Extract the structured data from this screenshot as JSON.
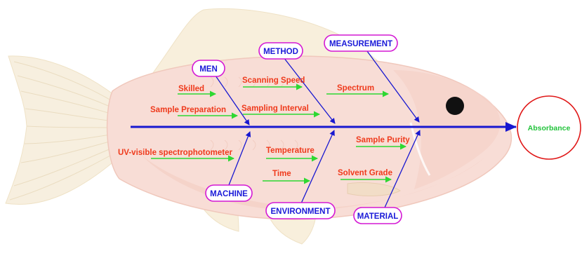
{
  "diagram": {
    "effect": "Absorbance",
    "categories": {
      "men": "MEN",
      "method": "METHOD",
      "measurement": "MEASUREMENT",
      "machine": "MACHINE",
      "environment": "ENVIRONMENT",
      "material": "MATERIAL"
    },
    "causes": {
      "skilled": "Skilled",
      "sample_preparation": "Sample Preparation",
      "scanning_speed": "Scanning Speed",
      "sampling_interval": "Sampling Interval",
      "spectrum": "Spectrum",
      "uv_visible": "UV-visible spectrophotometer",
      "temperature": "Temperature",
      "time": "Time",
      "sample_purity": "Sample Purity",
      "solvent_grade": "Solvent Grade"
    },
    "colors": {
      "category_text": "#1a1ad8",
      "category_border": "#d418d4",
      "cause_text": "#ef3a1c",
      "cause_arrow": "#2ed832",
      "bone": "#1818d0",
      "effect_text": "#22c33b",
      "effect_circle": "#e01818",
      "fish_body": "#f7dcd4",
      "fish_fin": "#f6ecd8",
      "eye": "#111111"
    }
  }
}
